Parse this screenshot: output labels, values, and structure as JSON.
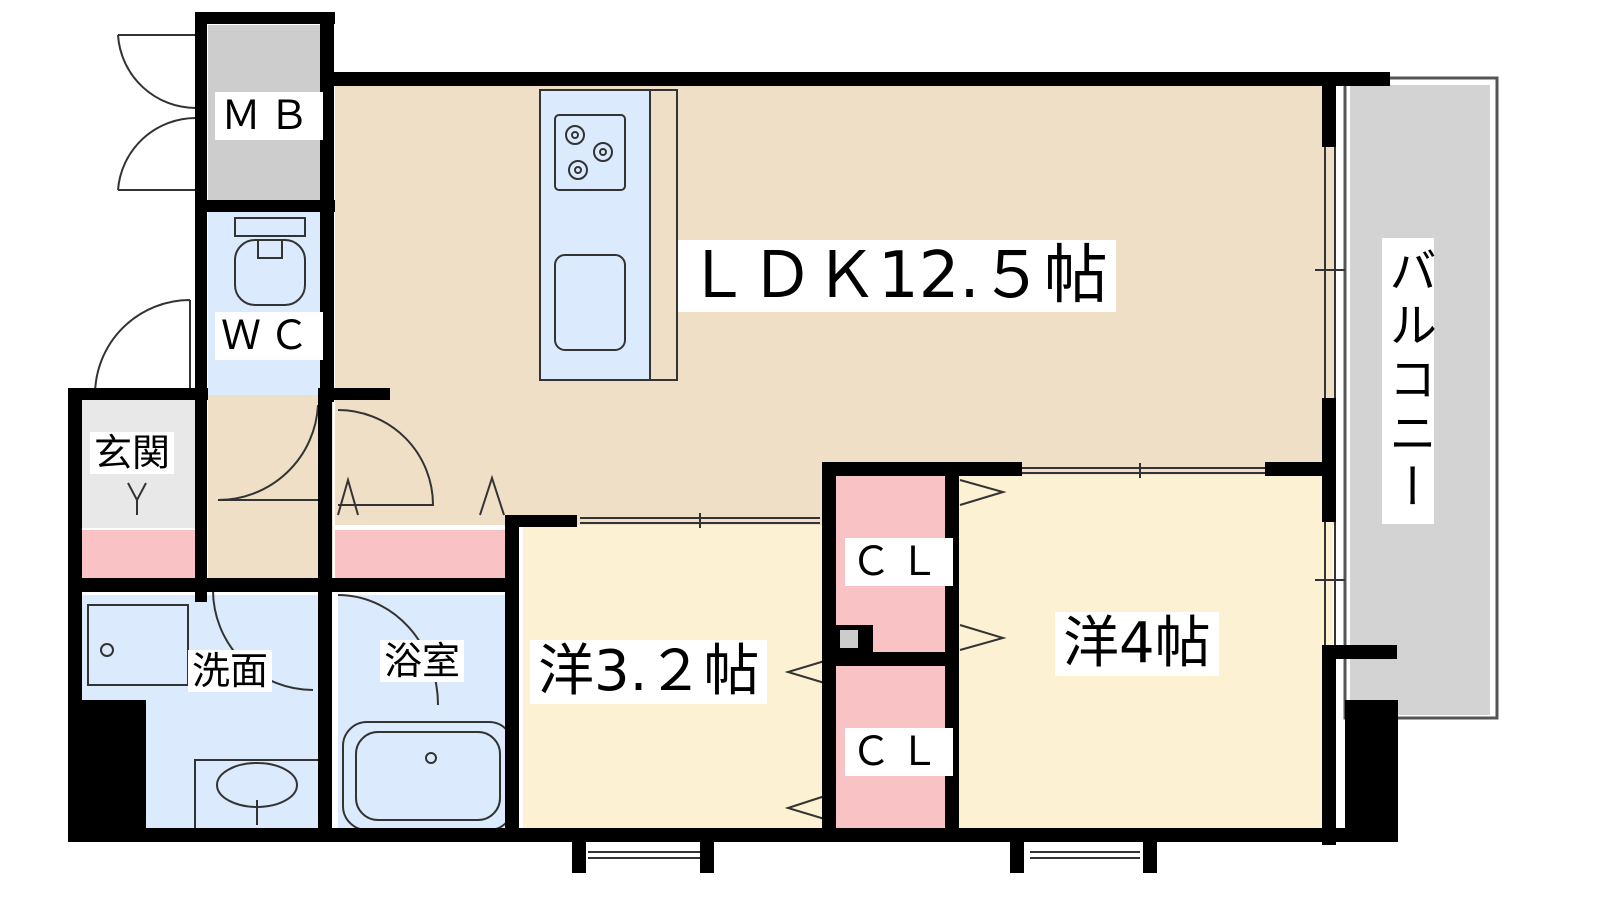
{
  "rooms": {
    "ldk": "ＬＤＫ12.５帖",
    "western_a": "洋3.２帖",
    "western_b": "洋4帖",
    "balcony": "バルコニー",
    "closet_upper": "ＣＬ",
    "closet_lower": "ＣＬ",
    "meter_box": "ＭＢ",
    "toilet": "ＷＣ",
    "entrance": "玄関",
    "washroom": "洗面",
    "bathroom": "浴室"
  },
  "colors": {
    "ldk_floor": "#efdfc6",
    "western_floor": "#fdf1d3",
    "wet_area": "#dbeafc",
    "closet": "#f9c3c6",
    "balcony": "#d3d3d3",
    "meter_box": "#cdcdcd",
    "wall": "#000000"
  }
}
